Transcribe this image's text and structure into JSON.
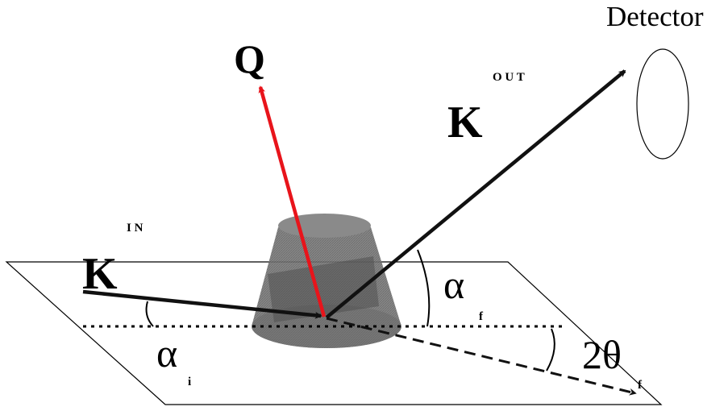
{
  "labels": {
    "detector": "Detector",
    "q": "Q",
    "k_out": "K",
    "k_out_sup": "O U T",
    "k_in": "K",
    "k_in_sup": "I N",
    "alpha_f": "α",
    "alpha_f_sub": "f",
    "alpha_i": "α",
    "alpha_i_sub": "i",
    "two_theta": "2θ",
    "two_theta_sub": "f"
  },
  "colors": {
    "q_arrow": "#e8141b",
    "beam": "#111111",
    "sample": "#6e6e6e"
  }
}
